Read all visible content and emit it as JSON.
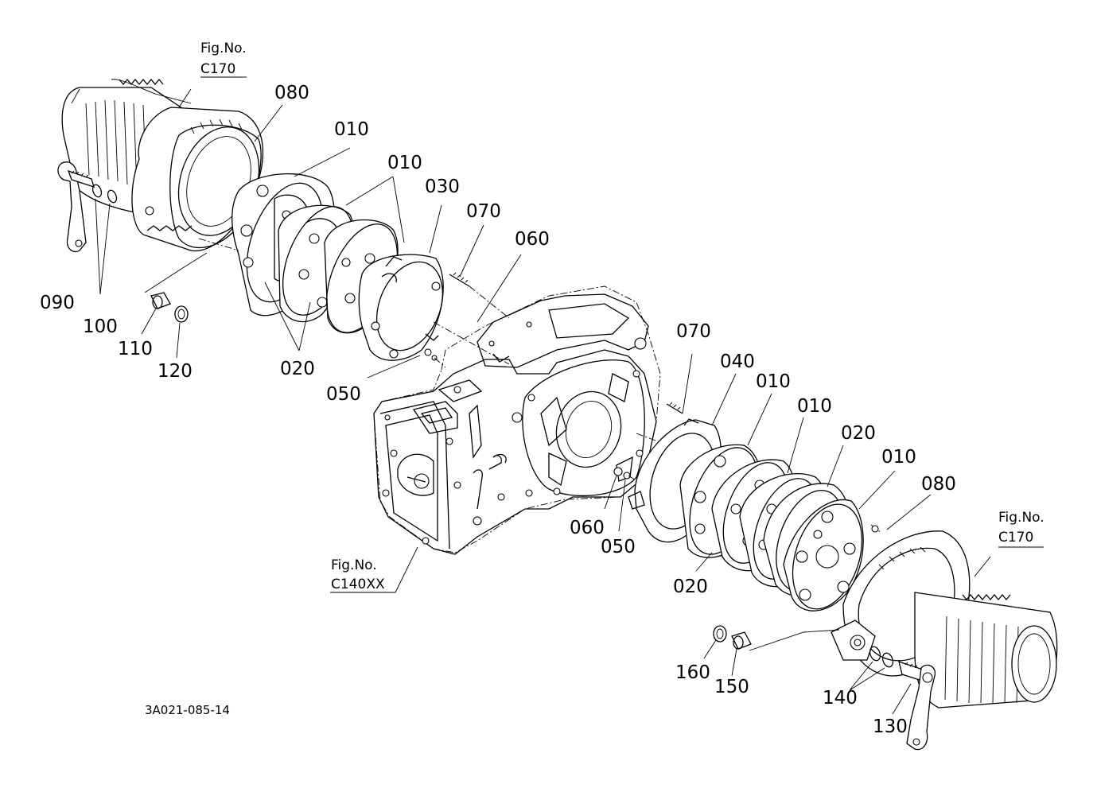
{
  "figure_refs": {
    "top_left": {
      "line1": "Fig.No.",
      "line2": "C170"
    },
    "bottom_right": {
      "line1": "Fig.No.",
      "line2": "C170"
    },
    "center": {
      "line1": "Fig.No.",
      "line2": "C140XX"
    }
  },
  "part_labels": {
    "p080_top": "080",
    "p010_a": "010",
    "p010_b": "010",
    "p030": "030",
    "p070_top": "070",
    "p060_top": "060",
    "p090": "090",
    "p100": "100",
    "p110": "110",
    "p120": "120",
    "p020_left": "020",
    "p050_left": "050",
    "p070_right": "070",
    "p040": "040",
    "p010_c": "010",
    "p010_d": "010",
    "p020_right": "020",
    "p010_e": "010",
    "p080_right": "080",
    "p060_right": "060",
    "p050_right": "050",
    "p020_bottom": "020",
    "p160": "160",
    "p150": "150",
    "p140": "140",
    "p130": "130"
  },
  "drawing_id": "3A021-085-14"
}
